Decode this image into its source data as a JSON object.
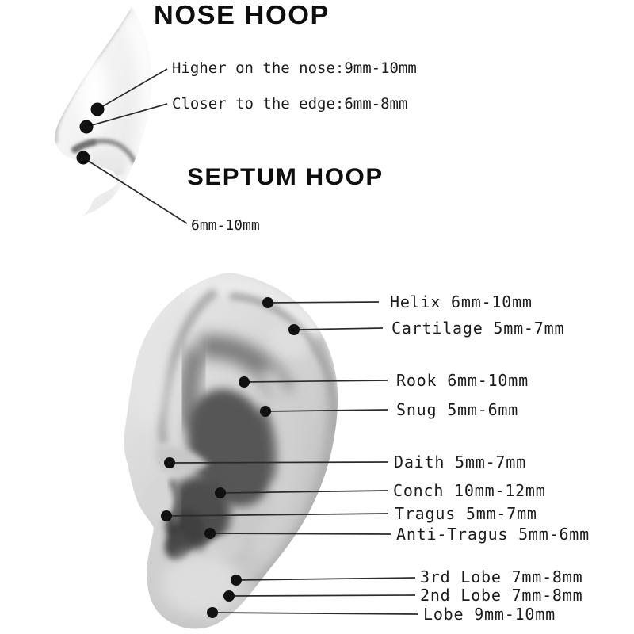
{
  "figure": {
    "background_color": "#ffffff",
    "ink_color": "#1c1c1c",
    "line_color": "#2b2b2b",
    "dot_color": "#111111"
  },
  "nose_section": {
    "title": "NOSE HOOP",
    "labels": [
      {
        "part": "Higher on the nose",
        "size": "9mm-10mm",
        "text": "Higher on the nose:9mm-10mm"
      },
      {
        "part": "Closer to the edge",
        "size": "6mm-8mm",
        "text": "Closer to the edge:6mm-8mm"
      }
    ]
  },
  "septum_section": {
    "title": "SEPTUM HOOP",
    "size": "6mm-10mm"
  },
  "ear_section": {
    "labels": [
      {
        "part": "Helix",
        "size": "6mm-10mm",
        "text": "Helix 6mm-10mm"
      },
      {
        "part": "Cartilage",
        "size": "5mm-7mm",
        "text": "Cartilage 5mm-7mm"
      },
      {
        "part": "Rook",
        "size": "6mm-10mm",
        "text": "Rook 6mm-10mm"
      },
      {
        "part": "Snug",
        "size": "5mm-6mm",
        "text": "Snug 5mm-6mm"
      },
      {
        "part": "Daith",
        "size": "5mm-7mm",
        "text": "Daith 5mm-7mm"
      },
      {
        "part": "Conch",
        "size": "10mm-12mm",
        "text": "Conch 10mm-12mm"
      },
      {
        "part": "Tragus",
        "size": "5mm-7mm",
        "text": "Tragus 5mm-7mm"
      },
      {
        "part": "Anti-Tragus",
        "size": "5mm-6mm",
        "text": "Anti-Tragus 5mm-6mm"
      },
      {
        "part": "3rd Lobe",
        "size": "7mm-8mm",
        "text": "3rd Lobe 7mm-8mm"
      },
      {
        "part": "2nd Lobe",
        "size": "7mm-8mm",
        "text": "2nd Lobe 7mm-8mm"
      },
      {
        "part": "Lobe",
        "size": "9mm-10mm",
        "text": "Lobe 9mm-10mm"
      }
    ]
  }
}
